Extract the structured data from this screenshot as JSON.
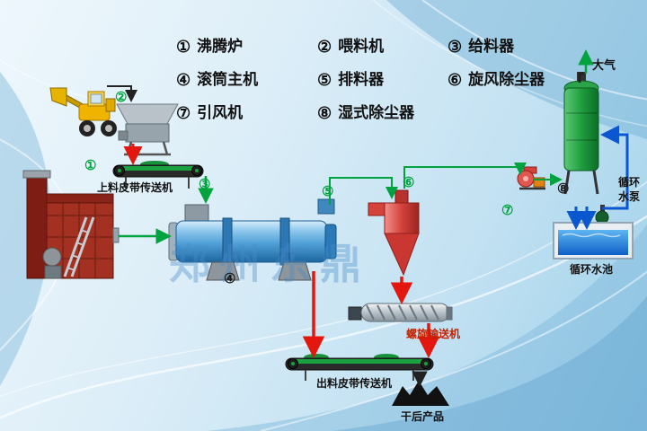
{
  "legend": {
    "items": [
      {
        "num": "①",
        "label": "沸腾炉"
      },
      {
        "num": "②",
        "label": "喂料机"
      },
      {
        "num": "③",
        "label": "给料器"
      },
      {
        "num": "④",
        "label": "滚筒主机"
      },
      {
        "num": "⑤",
        "label": "排料器"
      },
      {
        "num": "⑥",
        "label": "旋风除尘器"
      },
      {
        "num": "⑦",
        "label": "引风机"
      },
      {
        "num": "⑧",
        "label": "湿式除尘器"
      }
    ]
  },
  "markers": [
    {
      "num": "①",
      "tone": "green"
    },
    {
      "num": "②",
      "tone": "green"
    },
    {
      "num": "③",
      "tone": "green"
    },
    {
      "num": "④",
      "tone": "dark"
    },
    {
      "num": "⑤",
      "tone": "green"
    },
    {
      "num": "⑥",
      "tone": "green"
    },
    {
      "num": "⑦",
      "tone": "green"
    },
    {
      "num": "⑧",
      "tone": "dark"
    }
  ],
  "labels": {
    "feed_conveyor": "上料皮带传送机",
    "atmosphere": "大气",
    "circulating_pump": "循环水泵",
    "circulating_pool": "循环水池",
    "screw_conveyor": "螺旋输送机",
    "discharge_conveyor": "出料皮带传送机",
    "dried_product": "干后产品"
  },
  "watermark": "郑州东鼎",
  "colors": {
    "flow_green": "#00a33e",
    "material_red": "#e3170d",
    "water_blue": "#0a57d0",
    "pipe_black": "#222222",
    "drum_blue": "#57a7dd",
    "cyclone_red": "#d4423c",
    "scrubber_green": "#1f9e3f",
    "belt_green": "#19a23f",
    "label_red": "#c22200"
  }
}
